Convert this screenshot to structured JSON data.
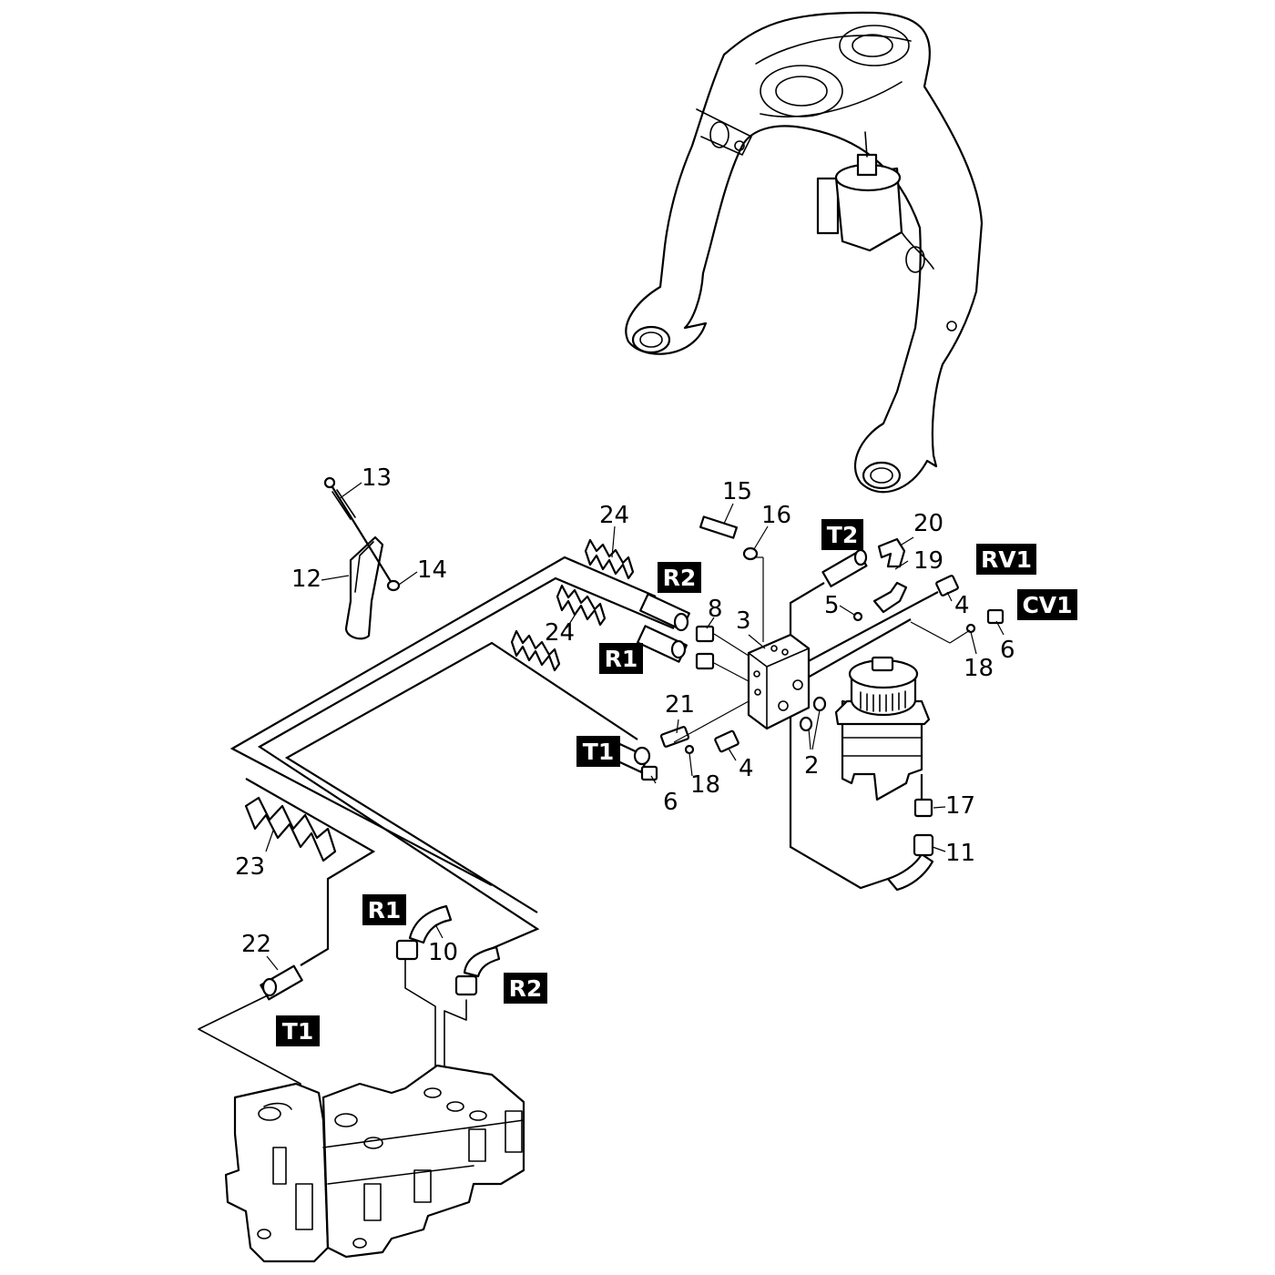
{
  "callouts": [
    {
      "id": "c13",
      "text": "13"
    },
    {
      "id": "c12",
      "text": "12"
    },
    {
      "id": "c14",
      "text": "14"
    },
    {
      "id": "c24a",
      "text": "24"
    },
    {
      "id": "c24b",
      "text": "24"
    },
    {
      "id": "c15",
      "text": "15"
    },
    {
      "id": "c16",
      "text": "16"
    },
    {
      "id": "c8",
      "text": "8"
    },
    {
      "id": "c3",
      "text": "3"
    },
    {
      "id": "c20",
      "text": "20"
    },
    {
      "id": "c19",
      "text": "19"
    },
    {
      "id": "c5",
      "text": "5"
    },
    {
      "id": "c4a",
      "text": "4"
    },
    {
      "id": "c18a",
      "text": "18"
    },
    {
      "id": "c6a",
      "text": "6"
    },
    {
      "id": "c21",
      "text": "21"
    },
    {
      "id": "c2",
      "text": "2"
    },
    {
      "id": "c4b",
      "text": "4"
    },
    {
      "id": "c18b",
      "text": "18"
    },
    {
      "id": "c6b",
      "text": "6"
    },
    {
      "id": "c17",
      "text": "17"
    },
    {
      "id": "c11",
      "text": "11"
    },
    {
      "id": "c23",
      "text": "23"
    },
    {
      "id": "c22",
      "text": "22"
    },
    {
      "id": "c10",
      "text": "10"
    }
  ],
  "tags": [
    {
      "id": "t2",
      "text": "T2"
    },
    {
      "id": "rv1",
      "text": "RV1"
    },
    {
      "id": "cv1",
      "text": "CV1"
    },
    {
      "id": "r2a",
      "text": "R2"
    },
    {
      "id": "r1a",
      "text": "R1"
    },
    {
      "id": "t1a",
      "text": "T1"
    },
    {
      "id": "r1b",
      "text": "R1"
    },
    {
      "id": "r2b",
      "text": "R2"
    },
    {
      "id": "t1b",
      "text": "T1"
    }
  ]
}
